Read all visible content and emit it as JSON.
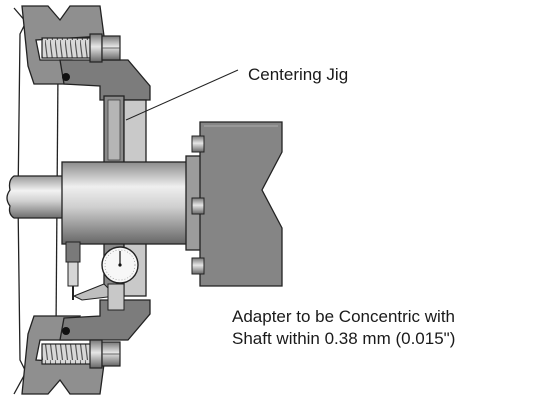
{
  "labels": {
    "centering_jig": "Centering Jig",
    "adapter_line1": "Adapter to be Concentric with",
    "adapter_line2": "Shaft within 0.38 mm (0.015\")"
  }
}
